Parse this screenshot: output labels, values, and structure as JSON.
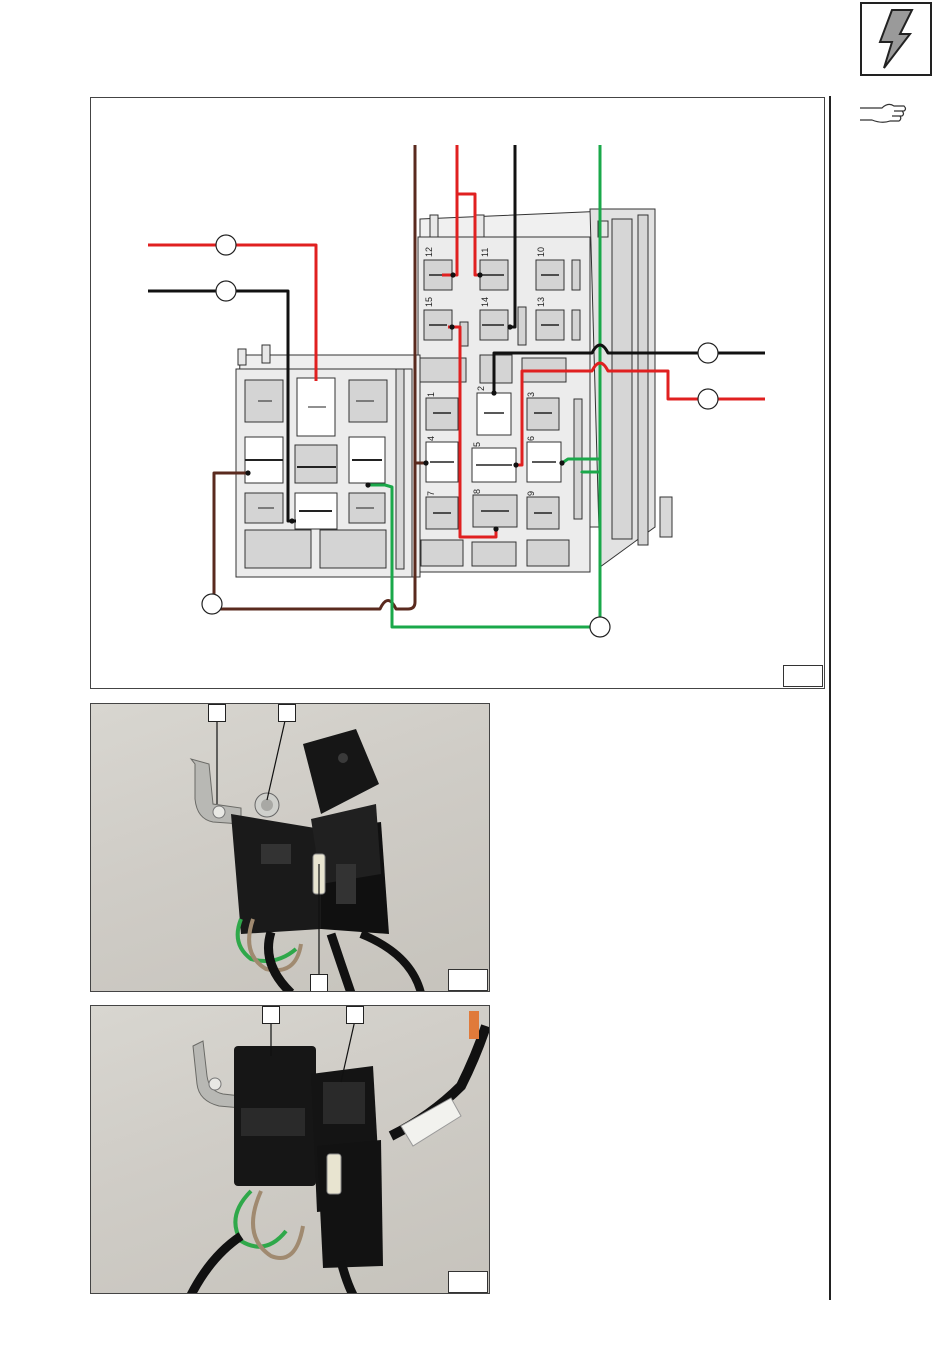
{
  "header": {
    "warning_icon": "lightning-bolt-warning-icon",
    "note_icon": "pointing-hand-icon"
  },
  "figures": {
    "figure1": {
      "number": "",
      "pin_labels": [
        "1",
        "2",
        "3",
        "4",
        "5",
        "6",
        "7",
        "8",
        "9",
        "10",
        "11",
        "12",
        "13",
        "14",
        "15"
      ]
    },
    "figure2": {
      "number": ""
    },
    "figure3": {
      "number": ""
    }
  },
  "colors": {
    "red": "#e02020",
    "black": "#111111",
    "brown": "#5a2a1e",
    "green": "#1aa84a"
  }
}
